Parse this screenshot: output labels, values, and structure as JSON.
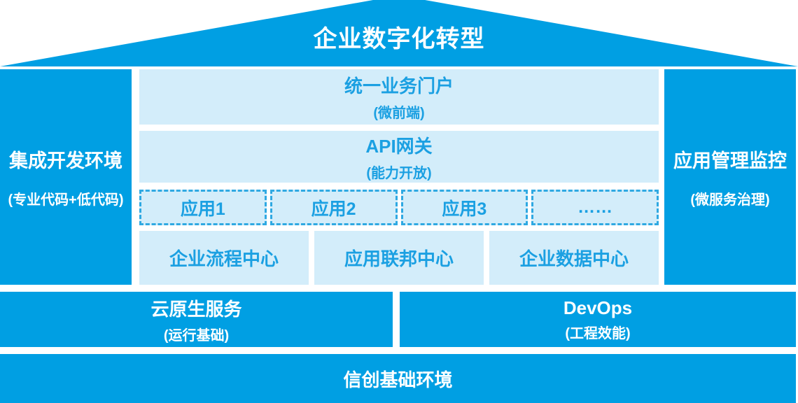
{
  "colors": {
    "primary": "#009FE3",
    "light_fill": "#D3EDFA",
    "accent_text": "#1BA0E2",
    "dash_border": "#2FA9E2",
    "text_on_primary": "#FFFFFF"
  },
  "roof": {
    "title": "企业数字化转型"
  },
  "left_pillar": {
    "label": "集成开发环境",
    "sublabel": "(专业代码+低代码)"
  },
  "right_pillar": {
    "label": "应用管理监控",
    "sublabel": "(微服务治理)"
  },
  "middle": {
    "portal": {
      "label": "统一业务门户",
      "sublabel": "(微前端)"
    },
    "gateway": {
      "label": "API网关",
      "sublabel": "(能力开放)"
    },
    "apps": [
      {
        "label": "应用1"
      },
      {
        "label": "应用2"
      },
      {
        "label": "应用3"
      },
      {
        "label": "……"
      }
    ],
    "centers": [
      {
        "label": "企业流程中心"
      },
      {
        "label": "应用联邦中心"
      },
      {
        "label": "企业数据中心"
      }
    ]
  },
  "platform": {
    "cloud": {
      "label": "云原生服务",
      "sublabel": "(运行基础)"
    },
    "devops": {
      "label": "DevOps",
      "sublabel": "(工程效能)"
    }
  },
  "foundation": {
    "label": "信创基础环境"
  }
}
